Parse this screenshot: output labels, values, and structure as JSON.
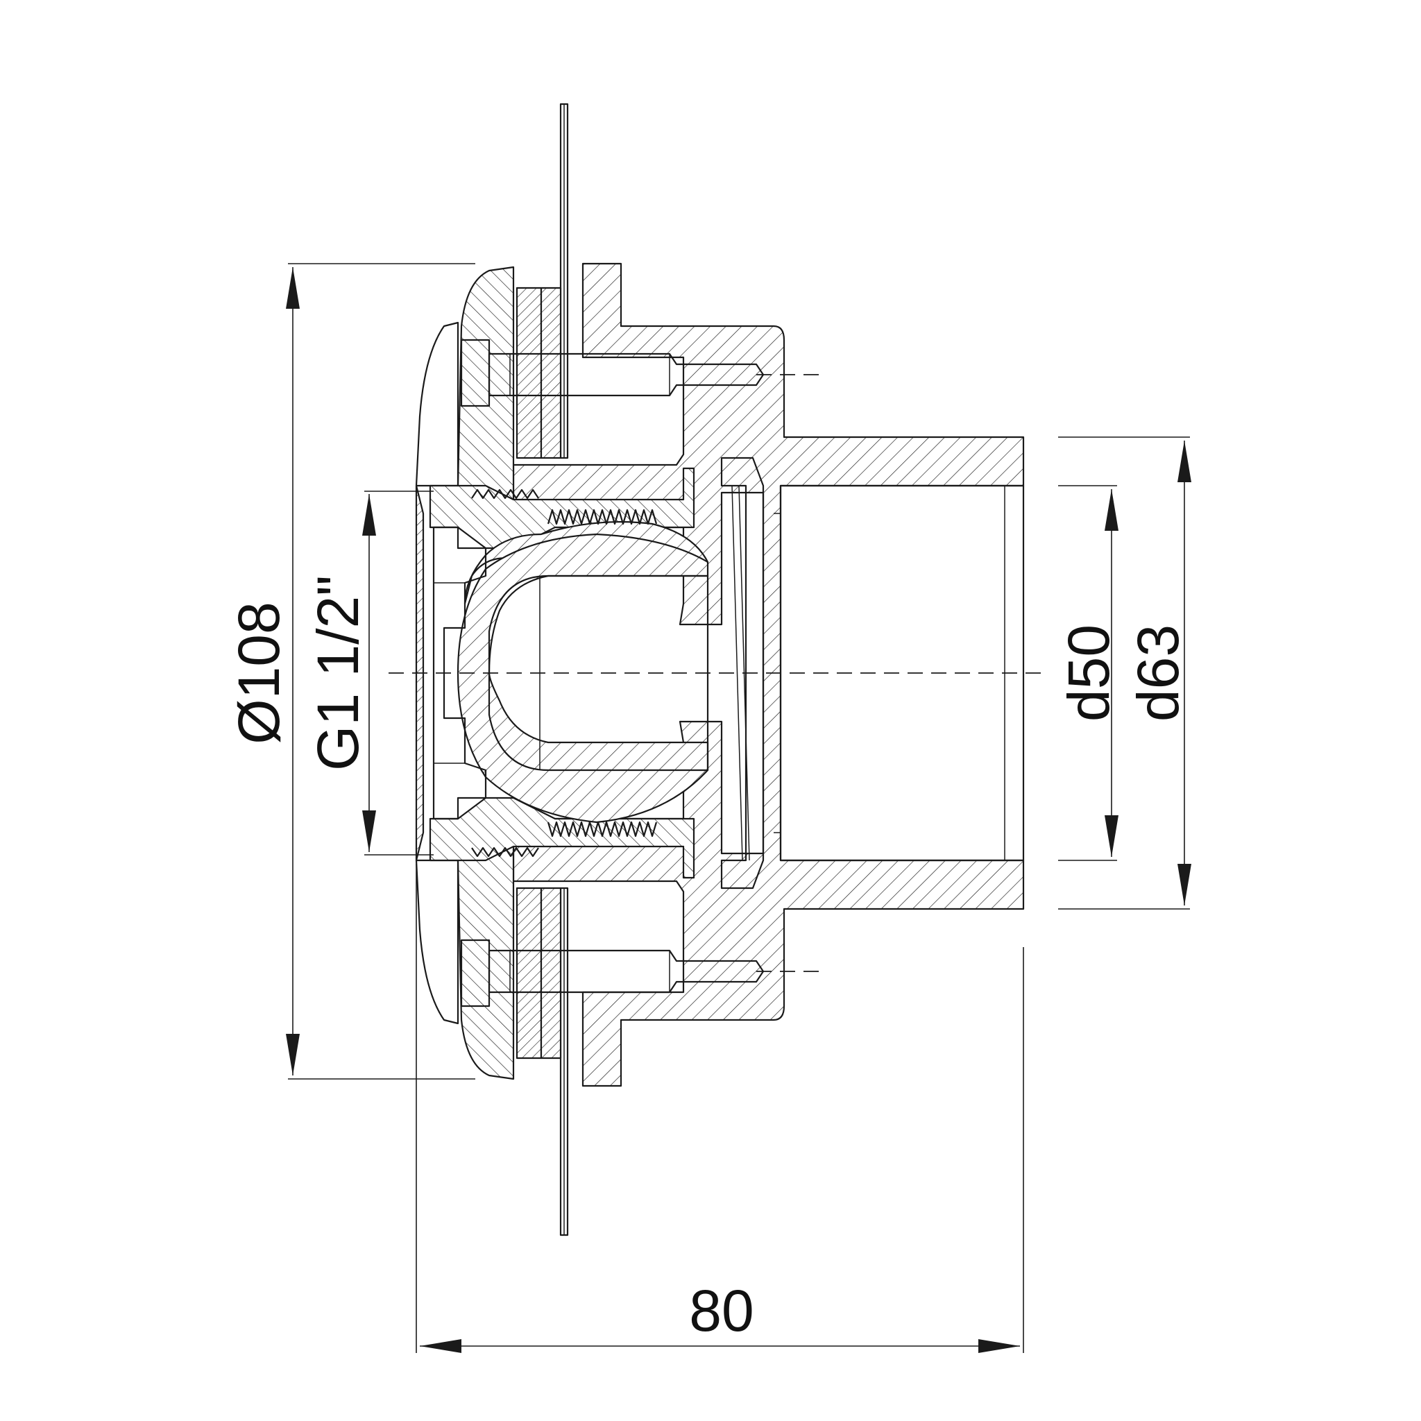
{
  "dimensions": {
    "outer_diameter": "Ø108",
    "thread": "G1 1/2\"",
    "inner_pipe": "d50",
    "outer_pipe": "d63",
    "length": "80"
  },
  "colors": {
    "line": "#1a1a1a",
    "background": "#ffffff"
  }
}
